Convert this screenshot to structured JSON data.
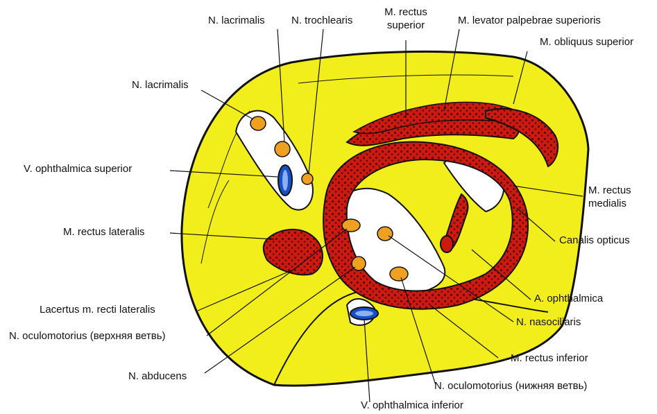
{
  "labels": {
    "n_lacrimalis_top": "N. lacrimalis",
    "n_trochlearis": "N. trochlearis",
    "m_rectus_superior_1": "M. rectus",
    "m_rectus_superior_2": "superior",
    "m_levator": "M. levator palpebrae superioris",
    "m_obliquus_superior": "M. obliquus superior",
    "n_lacrimalis_left": "N. lacrimalis",
    "v_ophthalmica_superior": "V. ophthalmica superior",
    "m_rectus_medialis_1": "M. rectus",
    "m_rectus_medialis_2": "medialis",
    "canalis_opticus": "Canalis opticus",
    "m_rectus_lateralis": "M. rectus lateralis",
    "a_ophthalmica": "A. ophthalmica",
    "lacertus": "Lacertus m. recti lateralis",
    "n_nasociliaris": "N. nasociliaris",
    "n_oculomotorius_upper": "N. oculomotorius (верхняя ветвь)",
    "m_rectus_inferior": "M. rectus inferior",
    "n_abducens": "N. abducens",
    "n_oculomotorius_lower": "N. oculomotorius (нижняя ветвь)",
    "v_ophthalmica_inferior": "V. ophthalmica inferior"
  },
  "colors": {
    "bone": "#f2ee1c",
    "muscle": "#cc1a10",
    "muscle_dots": "#5a0808",
    "nerve": "#f0a020",
    "vein": "#1850c8",
    "outline": "#111111"
  }
}
